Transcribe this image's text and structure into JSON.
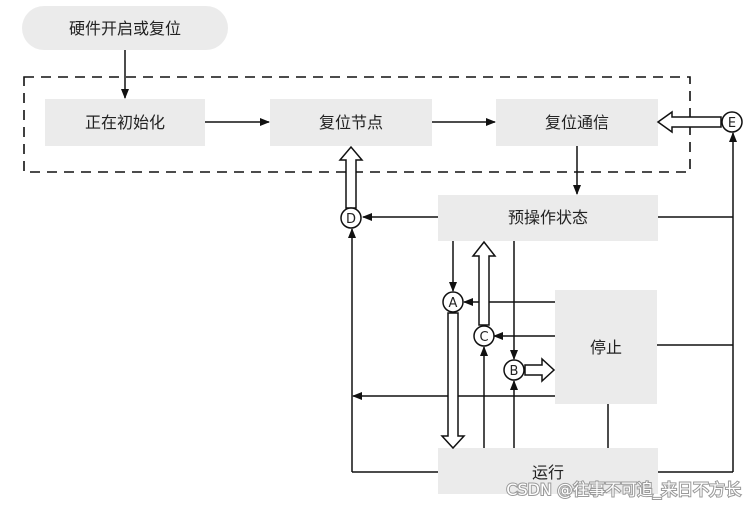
{
  "nodes": {
    "hw_start": "硬件开启或复位",
    "initializing": "正在初始化",
    "reset_node": "复位节点",
    "reset_comm": "复位通信",
    "pre_operational": "预操作状态",
    "stopped": "停止",
    "operational": "运行"
  },
  "markers": {
    "A": "A",
    "B": "B",
    "C": "C",
    "D": "D",
    "E": "E"
  },
  "watermark": "CSDN @往事不可追_来日不方长",
  "colors": {
    "node_fill": "#ebebeb",
    "line": "#111111",
    "background": "#ffffff"
  }
}
